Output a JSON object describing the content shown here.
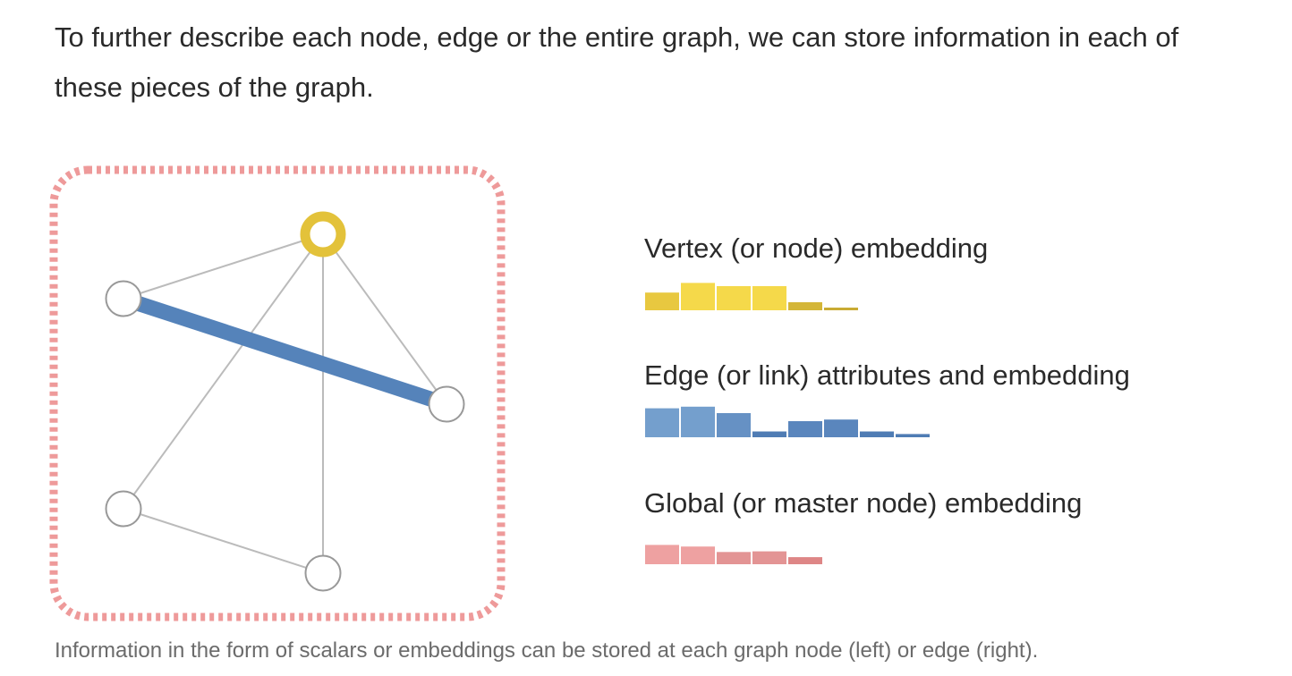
{
  "intro": {
    "line1": "To further describe each node, edge or the entire graph, we can store information in each of",
    "line2": "these pieces of the graph."
  },
  "legend": {
    "vertex": {
      "label": "Vertex (or node) embedding",
      "values": [
        0.55,
        0.85,
        0.75,
        0.75,
        0.25,
        0.08
      ],
      "colors": [
        "#e8c840",
        "#f5d94a",
        "#f5d94a",
        "#f5d94a",
        "#d4b638",
        "#c9ab33"
      ]
    },
    "edge": {
      "label": "Edge (or link) attributes and embedding",
      "values": [
        0.9,
        0.95,
        0.75,
        0.18,
        0.5,
        0.55,
        0.18,
        0.1
      ],
      "colors": [
        "#749fcd",
        "#749fcd",
        "#6691c4",
        "#4f7cb4",
        "#5a86bd",
        "#5a86bd",
        "#4f7cb4",
        "#4f7cb4"
      ]
    },
    "global": {
      "label": "Global (or master node) embedding",
      "values": [
        0.6,
        0.55,
        0.38,
        0.4,
        0.22
      ],
      "colors": [
        "#eea1a1",
        "#eea1a1",
        "#e39494",
        "#e39494",
        "#de8686"
      ]
    }
  },
  "caption": "Information in the form of scalars or embeddings can be stored at each graph node (left) or edge (right).",
  "colors": {
    "global_border": "#ee9a9a",
    "node_highlight": "#e3c23a",
    "edge_highlight": "#5583ba",
    "edge_default": "#bbbbbb",
    "node_stroke": "#999999"
  }
}
